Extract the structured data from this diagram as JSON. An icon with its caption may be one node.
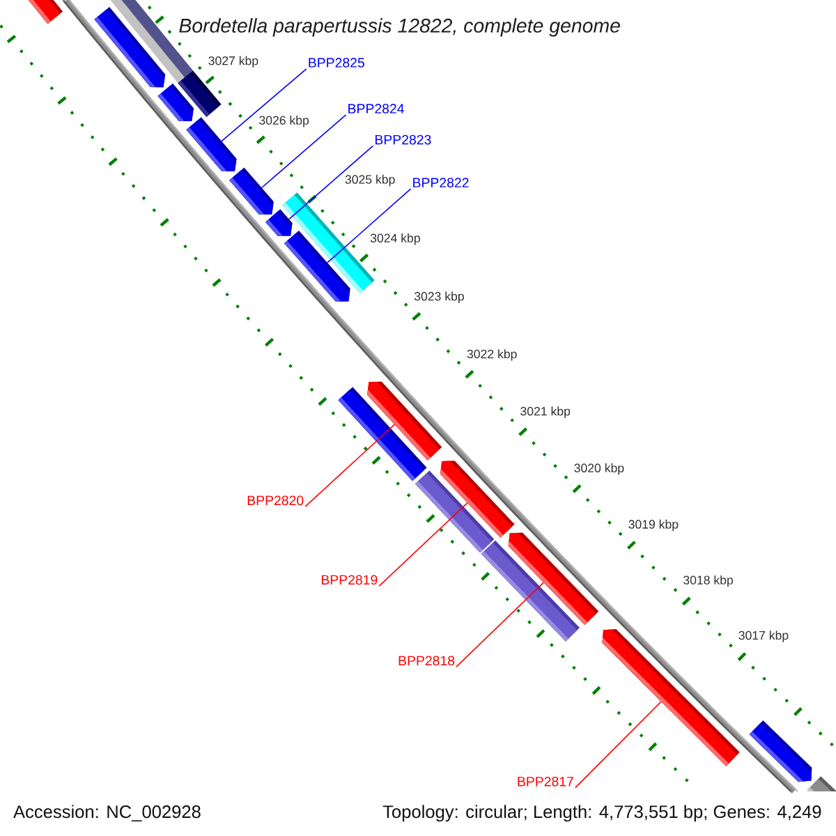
{
  "diagram": {
    "title": "Bordetella parapertussis 12822, complete genome",
    "nodes": [
      {
        "text": [
          "BPP2825"
        ]
      },
      {
        "text": [
          "BPP2824"
        ]
      },
      {
        "text": [
          "BPP2823"
        ]
      },
      {
        "text": [
          "BPP2822"
        ]
      },
      {
        "text": [
          "BPP2820"
        ]
      },
      {
        "text": [
          "BPP2819"
        ]
      },
      {
        "text": [
          "BPP2818"
        ]
      },
      {
        "text": [
          "BPP2817"
        ]
      },
      {
        "text": [],
        "shape": "bar"
      },
      {
        "text": [],
        "shape": "bar"
      },
      {
        "text": [],
        "shape": "bar"
      },
      {
        "text": [],
        "shape": "bar"
      },
      {
        "text": [],
        "shape": "bar"
      },
      {
        "text": [],
        "shape": "bar"
      },
      {
        "text": [],
        "shape": "bar"
      },
      {
        "text": [],
        "shape": "bar"
      },
      {
        "text": [],
        "shape": "bar"
      },
      {
        "text": [],
        "shape": "bar"
      },
      {
        "text": [],
        "shape": "bar"
      },
      {
        "text": [],
        "shape": "bar"
      },
      {
        "text": [],
        "shape": "bar"
      },
      {
        "text": [],
        "shape": "bar"
      },
      {
        "text": [],
        "shape": "bar"
      },
      {
        "text": [],
        "shape": "bar"
      },
      {
        "text": [],
        "shape": "bar"
      },
      {
        "text": [],
        "shape": "bar"
      },
      {
        "text": [],
        "shape": "bar"
      }
    ],
    "edges": [
      {
        "from": 0,
        "to": 13,
        "arrow": "none",
        "color": "#0000ff"
      },
      {
        "from": 1,
        "to": 14,
        "arrow": "none",
        "color": "#0000ff"
      },
      {
        "from": 2,
        "to": 15,
        "arrow": "none",
        "color": "#0000ff"
      },
      {
        "from": 3,
        "to": 17,
        "arrow": "none",
        "color": "#0000ff"
      },
      {
        "from": 4,
        "to": 19,
        "arrow": "none",
        "color": "#ff0000"
      },
      {
        "from": 5,
        "to": 21,
        "arrow": "none",
        "color": "#ff0000"
      },
      {
        "from": 6,
        "to": 23,
        "arrow": "none",
        "color": "#ff0000"
      },
      {
        "from": 7,
        "to": 24,
        "arrow": "none",
        "color": "#ff0000"
      }
    ],
    "labels": [
      "3027 kbp",
      "3026 kbp",
      "3025 kbp",
      "3024 kbp",
      "3023 kbp",
      "3022 kbp",
      "3021 kbp",
      "3020 kbp",
      "3019 kbp",
      "3018 kbp",
      "3017 kbp",
      "Accession: NC_002928",
      "Topology: circular; Length: 4,773,551 bp; Genes: 4,249"
    ]
  }
}
